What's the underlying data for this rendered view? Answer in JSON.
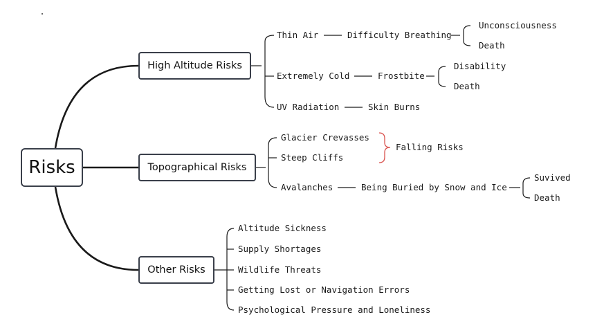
{
  "root": "Risks",
  "branches": {
    "high": {
      "label": "High Altitude Risks",
      "thin_air": "Thin Air",
      "difficulty_breathing": "Difficulty Breathing",
      "unconsciousness": "Unconsciousness",
      "death_1": "Death",
      "extremely_cold": "Extremely Cold",
      "frostbite": "Frostbite",
      "disability": "Disability",
      "death_2": "Death",
      "uv_radiation": "UV Radiation",
      "skin_burns": "Skin Burns"
    },
    "topo": {
      "label": "Topographical Risks",
      "glacier_crevasses": "Glacier Crevasses",
      "steep_cliffs": "Steep Cliffs",
      "falling_risks": "Falling Risks",
      "avalanches": "Avalanches",
      "buried": "Being Buried by Snow and Ice",
      "survived": "Suvived",
      "death": "Death"
    },
    "other": {
      "label": "Other Risks",
      "items": [
        "Altitude Sickness",
        "Supply Shortages",
        "Wildlife Threats",
        "Getting Lost or Navigation Errors",
        "Psychological Pressure and Loneliness"
      ]
    }
  },
  "colors": {
    "line": "#1a1a1a",
    "box_border": "#3a3f4a",
    "highlight_brace": "#d9534f"
  }
}
